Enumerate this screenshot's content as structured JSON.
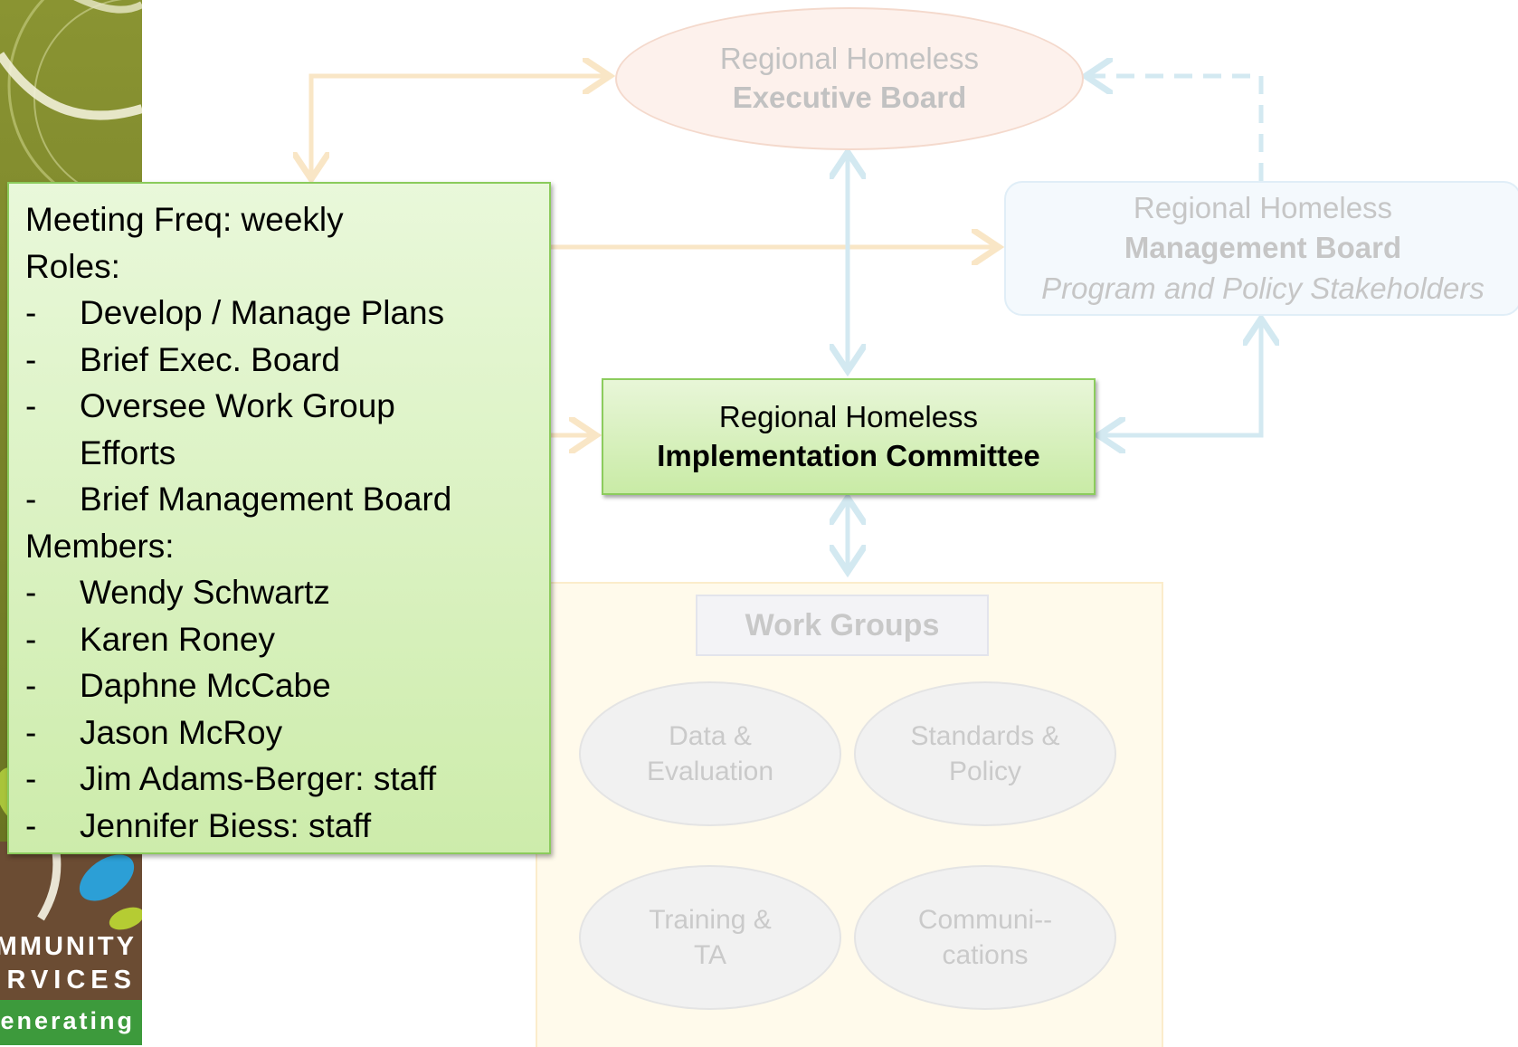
{
  "executive_board": {
    "line1": "Regional Homeless",
    "line2": "Executive Board"
  },
  "management_board": {
    "line1": "Regional Homeless",
    "line2": "Management Board",
    "line3": "Program and Policy Stakeholders"
  },
  "implementation_committee": {
    "line1": "Regional Homeless",
    "line2": "Implementation Committee"
  },
  "work_groups": {
    "title": "Work Groups",
    "groups": [
      {
        "line1": "Data &",
        "line2": "Evaluation"
      },
      {
        "line1": "Standards &",
        "line2": "Policy"
      },
      {
        "line1": "Training &",
        "line2": "TA"
      },
      {
        "line1": "Communi--",
        "line2": "cations"
      }
    ]
  },
  "info_panel": {
    "meeting_freq": "Meeting Freq: weekly",
    "roles_heading": "Roles:",
    "dash": "-",
    "roles": [
      "Develop / Manage Plans",
      "Brief Exec. Board",
      "Oversee Work Group",
      "Efforts",
      "Brief Management Board"
    ],
    "members_heading": "Members:",
    "members": [
      "Wendy Schwartz",
      "Karen Roney",
      "Daphne McCabe",
      "Jason McRoy",
      "Jim Adams-Berger: staff",
      "Jennifer Biess: staff"
    ]
  },
  "logo": {
    "line1": "MMUNITY",
    "line2": "RVICES",
    "line3": "enerating"
  },
  "colors": {
    "peach_arrow": "#f9e6c6",
    "blue_arrow": "#d3e9f1",
    "green_fill": "#cdecab",
    "green_border": "#8bcb5c",
    "faded_text": "#c6c6c6"
  }
}
